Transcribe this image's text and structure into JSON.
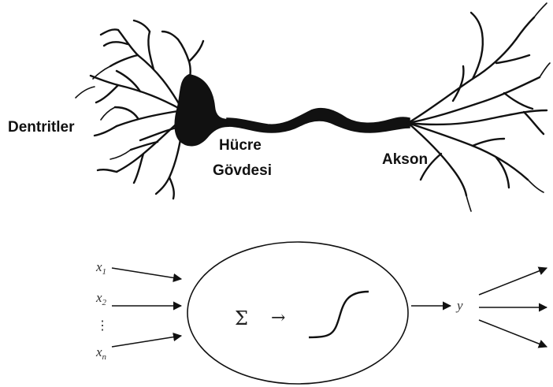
{
  "neuron": {
    "dendrites_label": "Dentritler",
    "cell_body_label_line1": "Hücre",
    "cell_body_label_line2": "Gövdesi",
    "axon_label": "Akson"
  },
  "model": {
    "inputs": [
      {
        "base": "x",
        "sub": "1"
      },
      {
        "base": "x",
        "sub": "2"
      },
      {
        "base": "x",
        "sub": "n"
      }
    ],
    "ellipsis": "⋮",
    "sum_symbol": "Σ",
    "arrow_symbol": "→",
    "output": "y"
  },
  "colors": {
    "ink": "#111111",
    "background": "#ffffff"
  }
}
